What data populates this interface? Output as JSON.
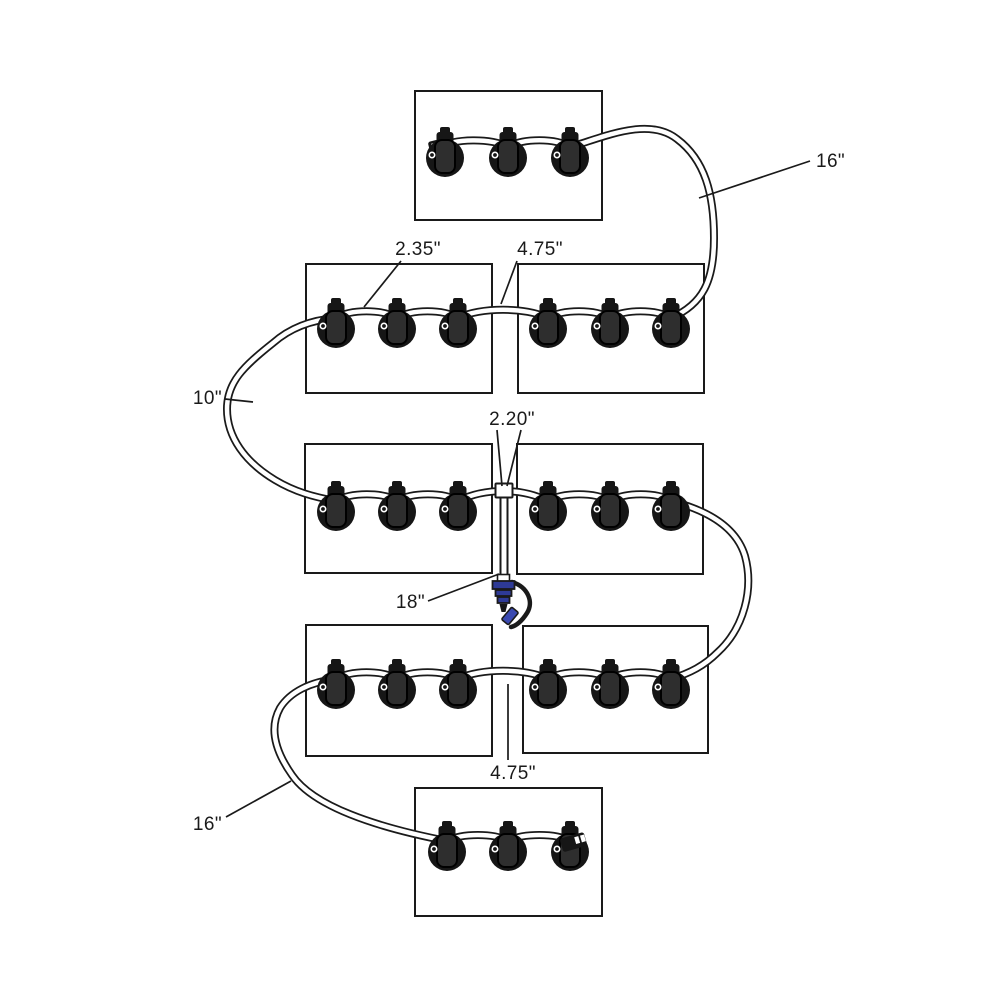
{
  "labels": {
    "top_loop": "16\"",
    "socket_spacing": "2.35\"",
    "top_gap": "4.75\"",
    "left_loop": "10\"",
    "tee_gap": "2.20\"",
    "drop_line": "18\"",
    "bottom_gap": "4.75\"",
    "bottom_loop": "16\""
  },
  "colors": {
    "ink": "#1a1a1a",
    "background": "#ffffff",
    "connector_body": "#2e3a96",
    "connector_cap": "#3a49b0"
  }
}
